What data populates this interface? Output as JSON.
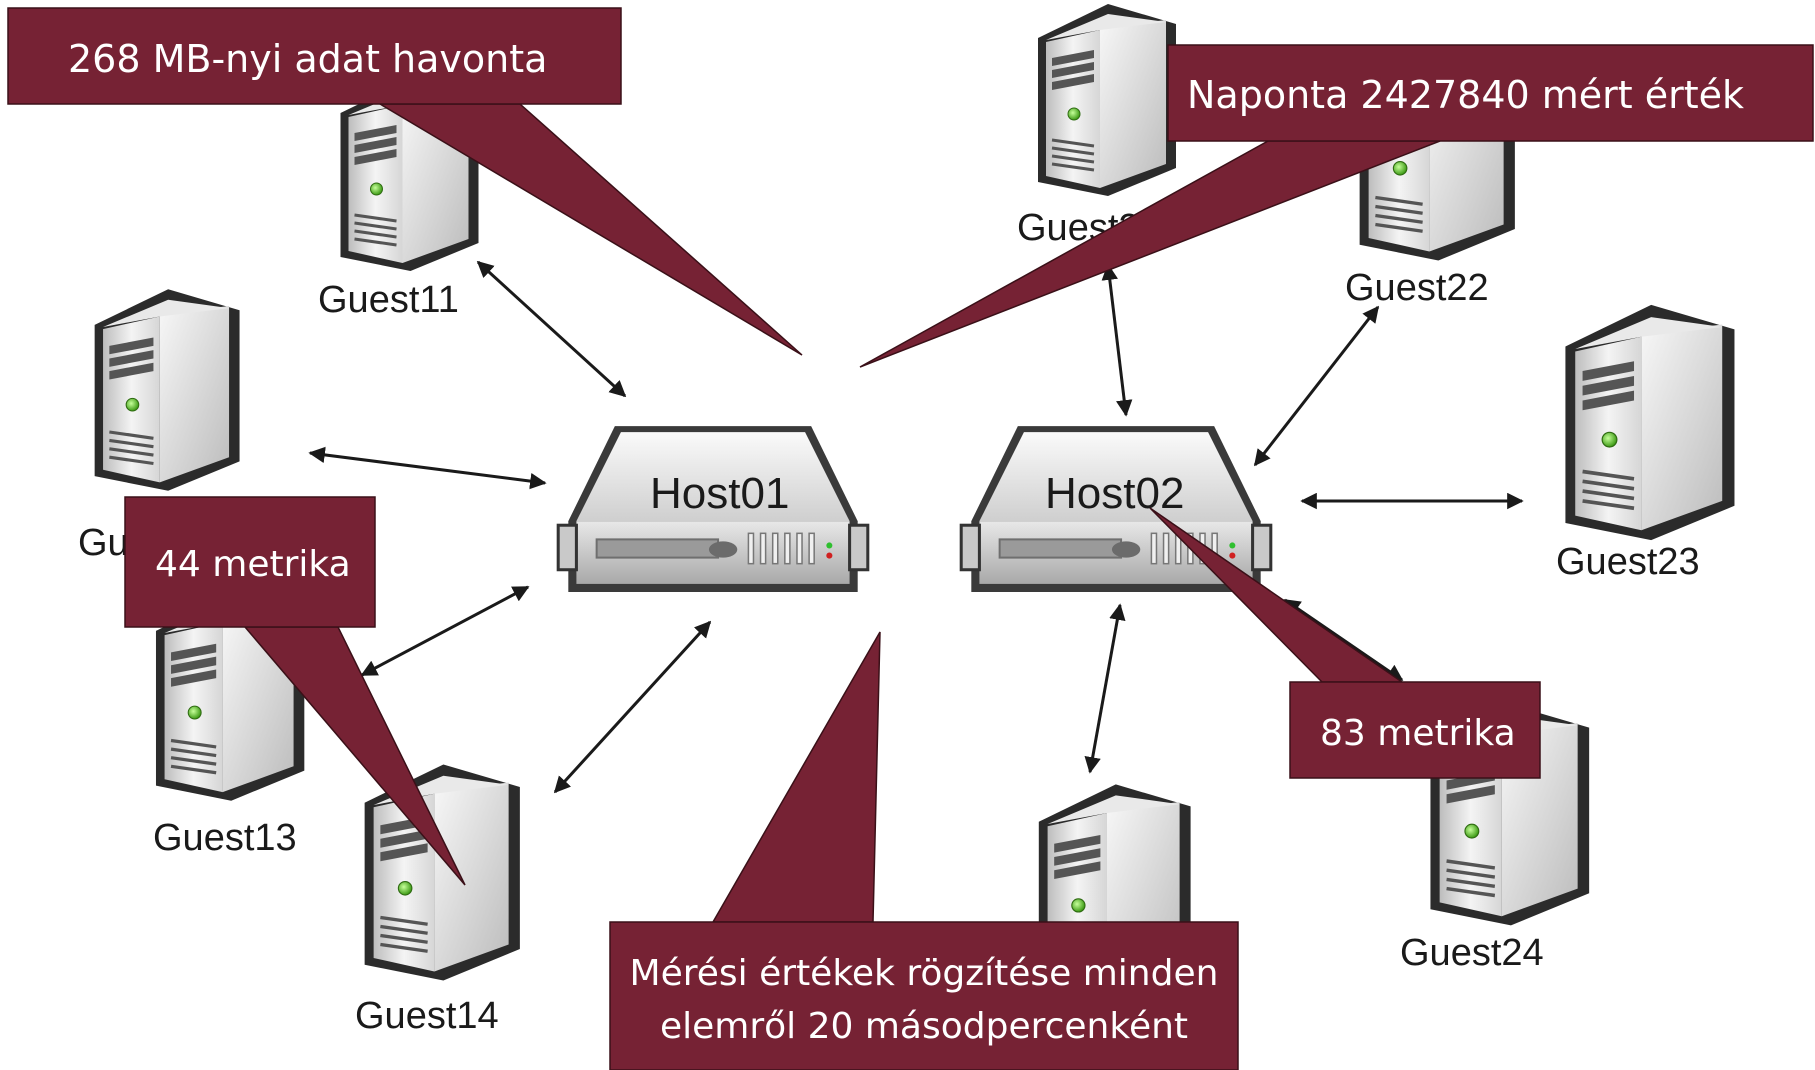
{
  "hosts": {
    "host01": "Host01",
    "host02": "Host02"
  },
  "guests": {
    "guest11": "Guest11",
    "guest12": "Gu",
    "guest13": "Guest13",
    "guest14": "Guest14",
    "guest21": "Guest2",
    "guest22": "Guest22",
    "guest23": "Guest23",
    "guest24": "Guest24"
  },
  "callouts": {
    "data_volume": "268 MB-nyi adat havonta",
    "daily_values": "Naponta 2427840 mért érték",
    "metrics_guest": "44 metrika",
    "metrics_host": "83 metrika",
    "recording_line1": "Mérési értékek rögzítése minden",
    "recording_line2": "elemről 20 másodpercenként"
  },
  "colors": {
    "callout_fill": "#762234",
    "callout_text": "#ffffff",
    "arrow": "#1a1a1a",
    "server_body": "#d9d9d9"
  },
  "icons": {
    "guest": "tower-server-icon",
    "host": "rack-server-icon",
    "link": "double-arrow-icon"
  }
}
